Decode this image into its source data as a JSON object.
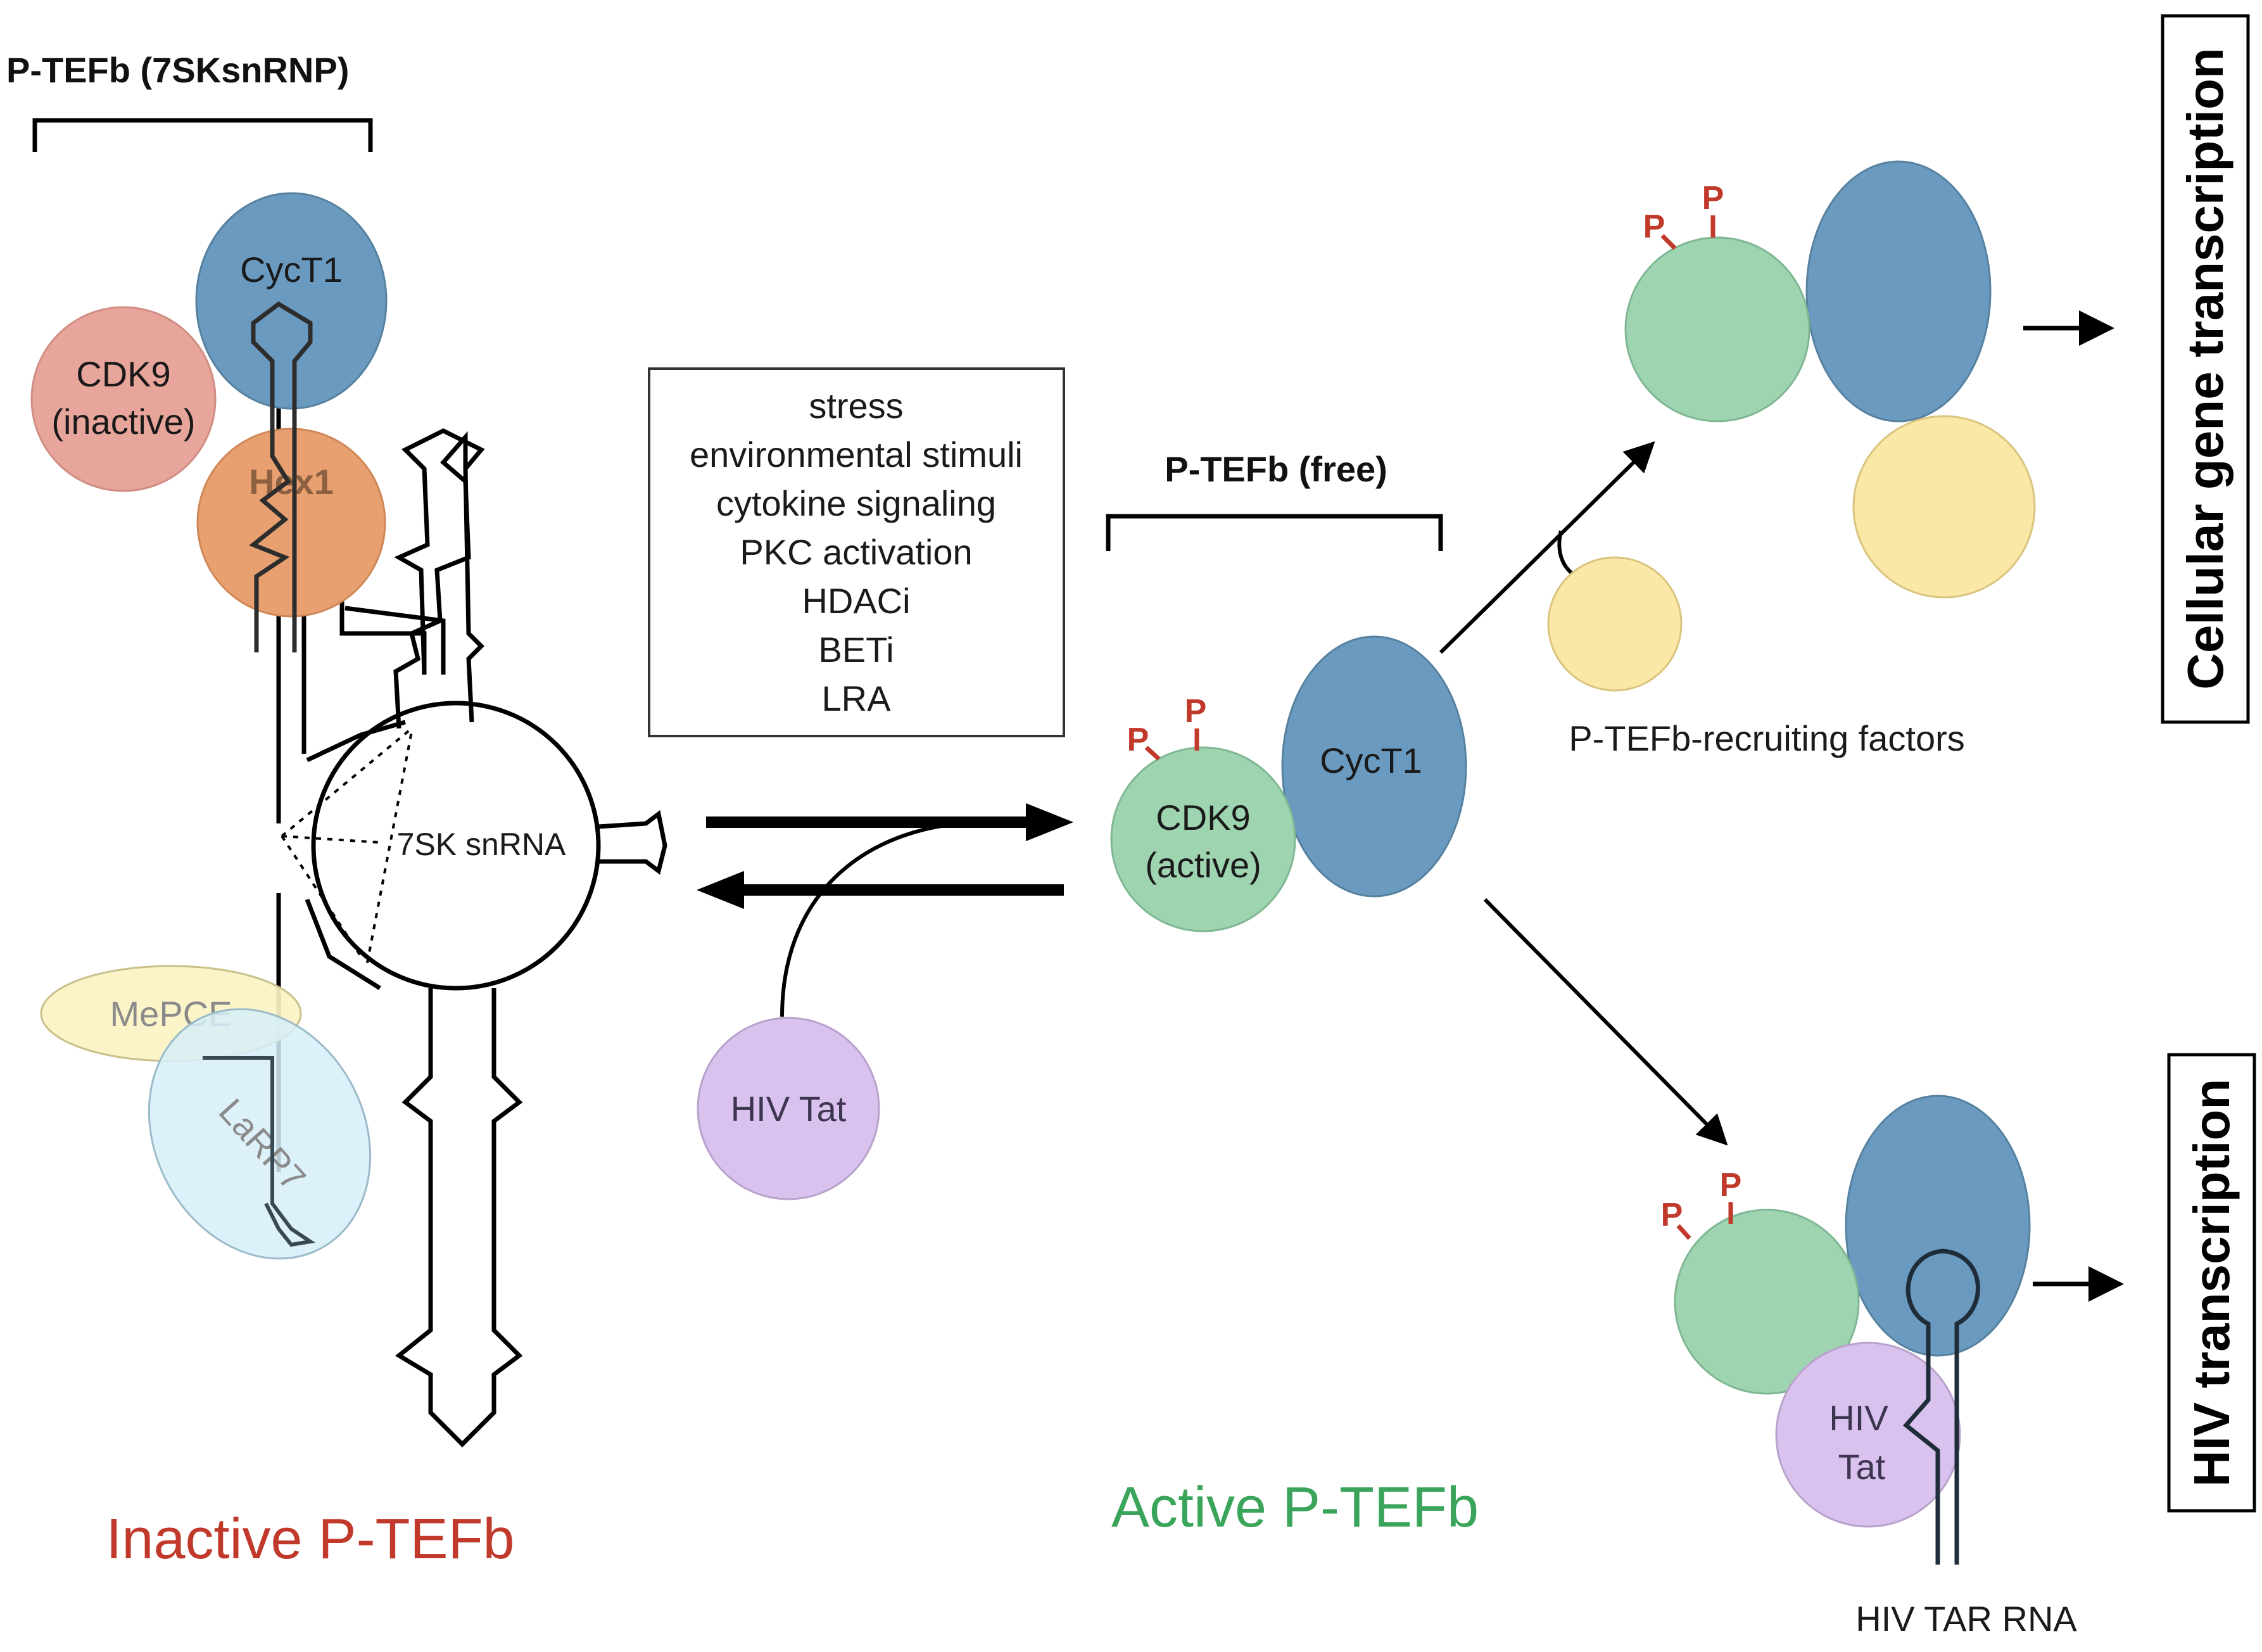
{
  "colors": {
    "cdk9_inactive": "#e8a59b",
    "cyct1": "#6b9ac0",
    "hex1": "#e8a070",
    "mepce": "#fbf3c4",
    "larp7": "#d6eef8",
    "cdk9_active": "#9fd4b1",
    "tat": "#d9c3ee",
    "recruiting_factor": "#fbe7a6",
    "phospho": "#c0392b",
    "inactive_title": "#c0392b",
    "active_title": "#3aa55a"
  },
  "icons": [
    "phosphate-mark",
    "arrow-right-icon",
    "arrow-left-icon"
  ],
  "inactive": {
    "header": "P-TEFb (7SKsnRNP)",
    "cyct1": "CycT1",
    "cdk9_line1": "CDK9",
    "cdk9_line2": "(inactive)",
    "hex1": "Hex1",
    "snrna": "7SK snRNA",
    "mepce": "MePCE",
    "larp7": "LaRP7",
    "title": "Inactive P-TEFb"
  },
  "stimuli": [
    "stress",
    "environmental stimuli",
    "cytokine signaling",
    "PKC activation",
    "HDACi",
    "BETi",
    "LRA"
  ],
  "tat_label": "HIV Tat",
  "active": {
    "header": "P-TEFb (free)",
    "cyct1": "CycT1",
    "cdk9_line1": "CDK9",
    "cdk9_line2": "(active)",
    "phospho": "P",
    "title": "Active P-TEFb"
  },
  "cellular": {
    "recruiting_label": "P-TEFb-recruiting factors",
    "outcome": "Cellular gene transcription"
  },
  "hiv": {
    "tat_line1": "HIV",
    "tat_line2": "Tat",
    "tar_label": "HIV TAR RNA",
    "outcome": "HIV transcription"
  }
}
